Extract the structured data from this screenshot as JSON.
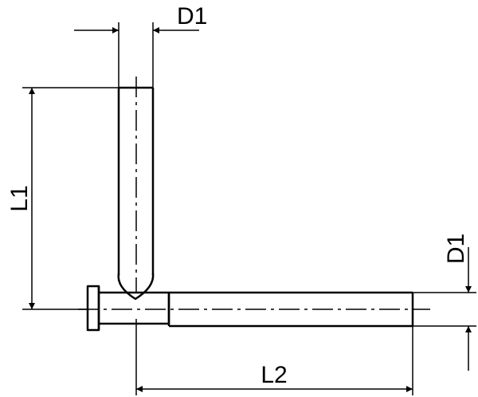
{
  "diagram": {
    "labels": {
      "d1_top": "D1",
      "d1_right": "D1",
      "l1": "L1",
      "l2": "L2"
    },
    "colors": {
      "line": "#000000",
      "background": "#ffffff"
    }
  }
}
